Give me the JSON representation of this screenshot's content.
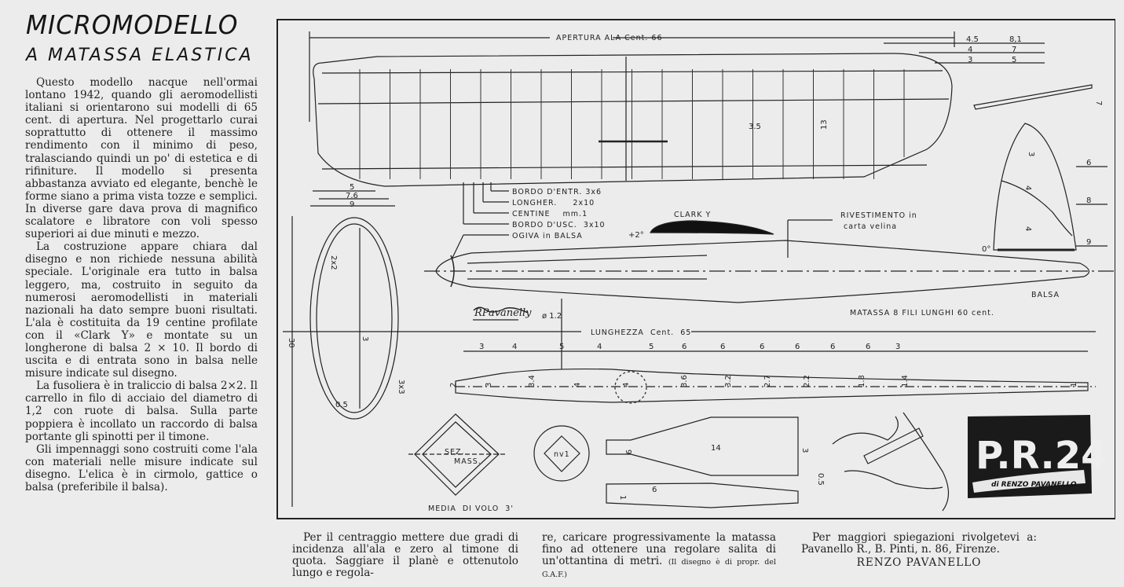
{
  "article": {
    "title": "MICROMODELLO",
    "subtitle": "A MATASSA ELASTICA",
    "paragraphs": [
      "Questo modello nacque nell'ormai lontano 1942, quando gli aeromodellisti italiani si orientarono sui modelli di 65 cent. di apertura. Nel progettarlo curai soprattutto di ottenere il massimo rendimento con il minimo di peso, tralasciando quindi un po' di estetica e di rifiniture. Il modello si presenta abbastanza avviato ed elegante, benchè le forme siano a prima vista tozze e semplici. In diverse gare dava prova di magnifico scalatore e libratore con voli spesso superiori ai due minuti e mezzo.",
      "La costruzione appare chiara dal disegno e non richiede nessuna abilità speciale. L'originale era tutto in balsa leggero, ma, costruito in seguito da numerosi aeromodellisti in materiali nazionali ha dato sempre buoni risultati. L'ala è costituita da 19 centine profilate con il «Clark Y» e montate su un longherone di balsa 2 × 10. Il bordo di uscita e di entrata sono in balsa nelle misure indicate sul disegno.",
      "La fusoliera è in traliccio di balsa 2×2. Il carrello in filo di acciaio del diametro di 1,2 con ruote di balsa. Sulla parte poppiera è incollato un raccordo di balsa portante gli spinotti per il timone.",
      "Gli impennaggi sono costruiti come l'ala con materiali nelle misure indicate sul disegno. L'elica è in cirmolo, gattice o balsa (preferibile il balsa)."
    ],
    "bottom": {
      "col1": "Per il centraggio mettere due gradi di incidenza all'ala e zero al timone di quota. Saggiare il planè e ottenutolo lungo e regola-",
      "col2": "re, caricare progressivamente la matassa fino ad ottenere una regolare salita di un'ottantina di metri.",
      "col2_note": "(Il disegno è di propr. del G.A.F.)",
      "col3": "Per maggiori spiegazioni rivolgetevi a: Pavanello R., B. Pinti, n. 86, Firenze.",
      "signature": "RENZO PAVANELLO"
    }
  },
  "drawing": {
    "wingspan_label": "APERTURA ALA  Cent.  66",
    "wing_dims": {
      "chord": "13",
      "rib_spacing": "3.5",
      "tip_a": [
        "4.5",
        "8,1"
      ],
      "tip_b": [
        "4",
        "7"
      ],
      "tip_c": [
        "3",
        "5"
      ],
      "dihedral": "7"
    },
    "callouts": [
      "BORDO D'ENTR. 3x6",
      "LONGHER.     2x10",
      "CENTINE    mm.1",
      "BORDO D'USC.  3x10",
      "OGIVA in BALSA"
    ],
    "airfoil_label": "CLARK Y",
    "incidence": "+2°",
    "fin_incidence": "0°",
    "covering_label": [
      "RIVESTIMENTO in",
      "carta velina"
    ],
    "tail_block_label": "BALSA",
    "fin_dims": [
      "3",
      "4",
      "4",
      "6",
      "8",
      "9"
    ],
    "stab_dims": {
      "w1": "5",
      "w2": "7.6",
      "w3": "9",
      "span": "30",
      "le": "2x2",
      "te": "3x3",
      "tip": "3",
      "rib": "0.5"
    },
    "wire_dia": "ø 1.2",
    "motor_label": "MATASSA 8 FILI LUNGHI 60 cent.",
    "length_label": "LUNGHEZZA  Cent.  65",
    "fuselage_stations": [
      "3",
      "4",
      "5",
      "4",
      "5",
      "6",
      "6",
      "6",
      "6",
      "6",
      "6",
      "3"
    ],
    "fuselage_heights": [
      "2",
      "3",
      "3.4",
      "4",
      "4",
      "3.6",
      "3.2",
      "2.7",
      "2.2",
      "1.8",
      "1.4",
      "1"
    ],
    "section_label": [
      "SEZ.",
      "MASS."
    ],
    "hub_label": "nv1",
    "prop_dims": [
      "9",
      "14",
      "3",
      "1",
      "6",
      "0.5"
    ],
    "flight_note": "MEDIA  DI VOLO  3'",
    "logo_text": "P.R.24",
    "logo_sub": "di RENZO PAVANELLO",
    "designer_signature": "RPavanelly"
  }
}
